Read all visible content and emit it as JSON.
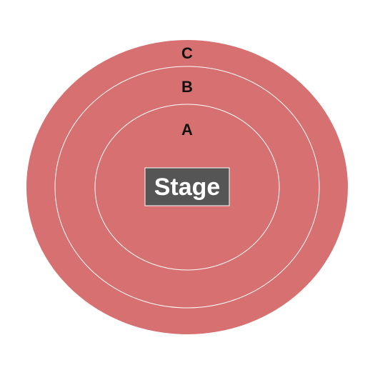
{
  "map": {
    "sections": [
      {
        "id": "C",
        "label": "C"
      },
      {
        "id": "B",
        "label": "B"
      },
      {
        "id": "A",
        "label": "A"
      }
    ],
    "stage": {
      "label": "Stage"
    }
  },
  "colors": {
    "section_fill": "#d77070",
    "divider": "#ffffff",
    "stage_fill": "#555555",
    "stage_border": "#ffffff",
    "stage_text": "#ffffff",
    "label_text": "#111111",
    "background": "#ffffff"
  }
}
